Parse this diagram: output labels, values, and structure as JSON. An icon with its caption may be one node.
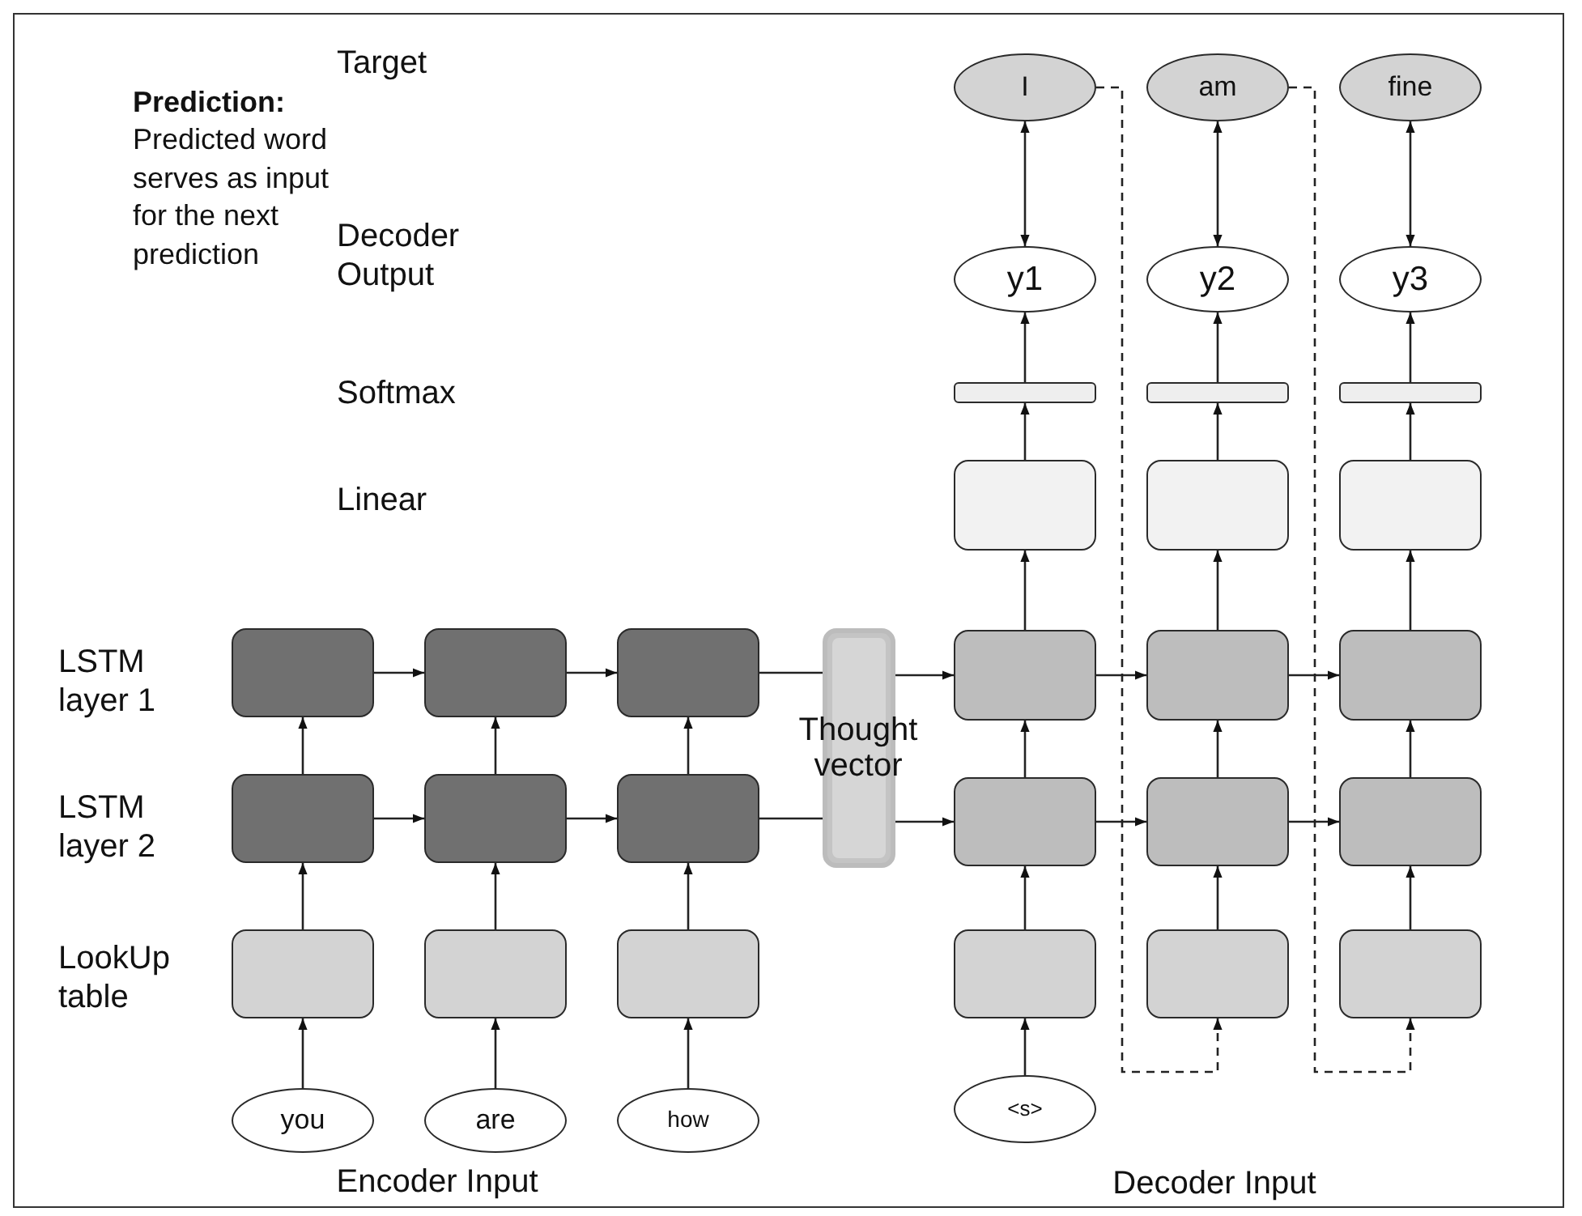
{
  "diagram": {
    "nodes": [
      {
        "text": [
          "I"
        ]
      },
      {
        "text": [
          "am"
        ]
      },
      {
        "text": [
          "fine"
        ]
      },
      {
        "text": [
          "y1"
        ]
      },
      {
        "text": [
          "y2"
        ]
      },
      {
        "text": [
          "y3"
        ]
      },
      {
        "text": [],
        "shape": "bar"
      },
      {
        "text": [],
        "shape": "bar"
      },
      {
        "text": [],
        "shape": "bar"
      },
      {
        "text": [],
        "shape": "box"
      },
      {
        "text": [],
        "shape": "box"
      },
      {
        "text": [],
        "shape": "box"
      },
      {
        "text": [],
        "shape": "box"
      },
      {
        "text": [],
        "shape": "box"
      },
      {
        "text": [],
        "shape": "box"
      },
      {
        "text": [
          "Thought vector"
        ]
      },
      {
        "text": [],
        "shape": "box"
      },
      {
        "text": [],
        "shape": "box"
      },
      {
        "text": [],
        "shape": "box"
      },
      {
        "text": [],
        "shape": "box"
      },
      {
        "text": [],
        "shape": "box"
      },
      {
        "text": [],
        "shape": "box"
      },
      {
        "text": [],
        "shape": "box"
      },
      {
        "text": [],
        "shape": "box"
      },
      {
        "text": [],
        "shape": "box"
      },
      {
        "text": [],
        "shape": "box"
      },
      {
        "text": [],
        "shape": "box"
      },
      {
        "text": [],
        "shape": "box"
      },
      {
        "text": [],
        "shape": "box"
      },
      {
        "text": [],
        "shape": "box"
      },
      {
        "text": [],
        "shape": "box"
      },
      {
        "text": [
          "you"
        ]
      },
      {
        "text": [
          "are"
        ]
      },
      {
        "text": [
          "how"
        ]
      },
      {
        "text": [
          "<s>"
        ]
      }
    ],
    "edges": [
      {
        "from": 3,
        "to": 0,
        "arrow": "both"
      },
      {
        "from": 4,
        "to": 1,
        "arrow": "both"
      },
      {
        "from": 5,
        "to": 2,
        "arrow": "both"
      },
      {
        "from": 6,
        "to": 3,
        "arrow": "to"
      },
      {
        "from": 7,
        "to": 4,
        "arrow": "to"
      },
      {
        "from": 8,
        "to": 5,
        "arrow": "to"
      },
      {
        "from": 9,
        "to": 6,
        "arrow": "to"
      },
      {
        "from": 10,
        "to": 7,
        "arrow": "to"
      },
      {
        "from": 11,
        "to": 8,
        "arrow": "to"
      },
      {
        "from": 16,
        "to": 9,
        "arrow": "to"
      },
      {
        "from": 17,
        "to": 10,
        "arrow": "to"
      },
      {
        "from": 18,
        "to": 11,
        "arrow": "to"
      },
      {
        "from": 22,
        "to": 16,
        "arrow": "to"
      },
      {
        "from": 23,
        "to": 17,
        "arrow": "to"
      },
      {
        "from": 24,
        "to": 18,
        "arrow": "to"
      },
      {
        "from": 28,
        "to": 22,
        "arrow": "to"
      },
      {
        "from": 29,
        "to": 23,
        "arrow": "to"
      },
      {
        "from": 30,
        "to": 24,
        "arrow": "to"
      },
      {
        "from": 34,
        "to": 28,
        "arrow": "to"
      },
      {
        "from": 0,
        "to": 29,
        "arrow": "to",
        "style": "dashed"
      },
      {
        "from": 1,
        "to": 30,
        "arrow": "to",
        "style": "dashed"
      },
      {
        "from": 16,
        "to": 17,
        "arrow": "to"
      },
      {
        "from": 17,
        "to": 18,
        "arrow": "to"
      },
      {
        "from": 22,
        "to": 23,
        "arrow": "to"
      },
      {
        "from": 23,
        "to": 24,
        "arrow": "to"
      },
      {
        "from": 31,
        "to": 25,
        "arrow": "to"
      },
      {
        "from": 32,
        "to": 26,
        "arrow": "to"
      },
      {
        "from": 33,
        "to": 27,
        "arrow": "to"
      },
      {
        "from": 25,
        "to": 19,
        "arrow": "to"
      },
      {
        "from": 26,
        "to": 20,
        "arrow": "to"
      },
      {
        "from": 27,
        "to": 21,
        "arrow": "to"
      },
      {
        "from": 19,
        "to": 12,
        "arrow": "to"
      },
      {
        "from": 20,
        "to": 13,
        "arrow": "to"
      },
      {
        "from": 21,
        "to": 14,
        "arrow": "to"
      },
      {
        "from": 12,
        "to": 13,
        "arrow": "to"
      },
      {
        "from": 13,
        "to": 14,
        "arrow": "to"
      },
      {
        "from": 19,
        "to": 20,
        "arrow": "to"
      },
      {
        "from": 20,
        "to": 21,
        "arrow": "to"
      },
      {
        "from": 14,
        "to": 15,
        "arrow": "none"
      },
      {
        "from": 15,
        "to": 16,
        "arrow": "to"
      },
      {
        "from": 21,
        "to": 15,
        "arrow": "none"
      },
      {
        "from": 15,
        "to": 22,
        "arrow": "to"
      }
    ],
    "labels": [
      "**Prediction:** Predicted word serves as input for the next prediction",
      "Target",
      "Decoder Output",
      "Softmax",
      "Linear",
      "LSTM layer 1",
      "LSTM layer 2",
      "LookUp table",
      "Encoder Input",
      "Decoder Input"
    ]
  }
}
